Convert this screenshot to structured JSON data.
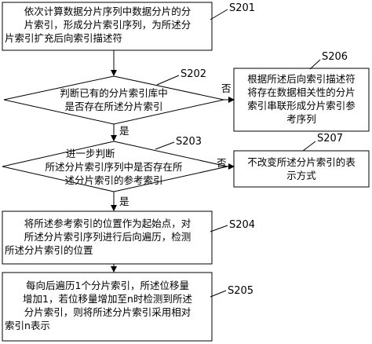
{
  "steps": {
    "s201": {
      "label": "S201",
      "lines": [
        "依次计算数据分片序列中数据分片的分",
        "片索引，形成分片索引序列，为所述分",
        "片索引扩充后向索引描述符"
      ]
    },
    "s202": {
      "label": "S202",
      "lines": [
        "判断已有的分片索引库中",
        "是否存在所述分片索引"
      ]
    },
    "s203": {
      "label": "S203",
      "lines": [
        "进一步判断",
        "所述分片索引序列中是否存在所",
        "述分片索引的参考索引"
      ]
    },
    "s204": {
      "label": "S204",
      "lines": [
        "将所述参考索引的位置作为起始点，对",
        "所述分片索引序列进行后向遍历，检测",
        "所述分片索引的位置"
      ]
    },
    "s205": {
      "label": "S205",
      "lines": [
        "每向后遍历1个分片索引，所述位移量",
        "增加1，若位移量增加至n时检测到所述",
        "分片索引，则将所述分片索引采用相对",
        "索引n表示"
      ]
    },
    "s206": {
      "label": "S206",
      "lines": [
        "根据所述后向索引描述符",
        "将存在数据相关性的分片",
        "索引串联形成分片索引参",
        "考序列"
      ]
    },
    "s207": {
      "label": "S207",
      "lines": [
        "不改变所述分片索引的表",
        "示方式"
      ]
    }
  },
  "edge_labels": {
    "yes_1": "是",
    "no_1": "否",
    "yes_2": "是",
    "no_2": "否"
  }
}
